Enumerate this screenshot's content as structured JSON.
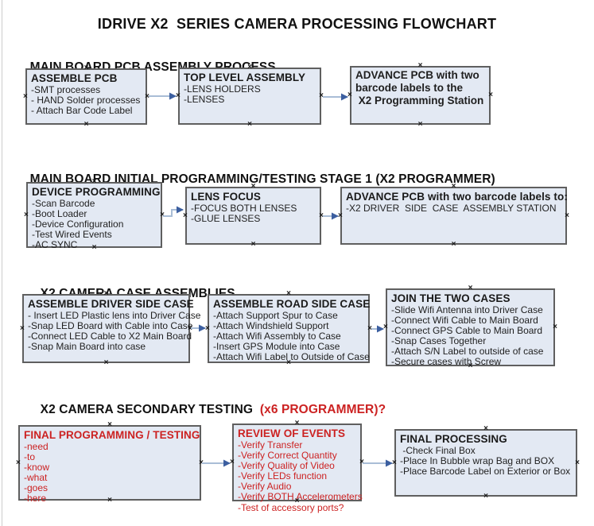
{
  "title": "IDRIVE X2  SERIES CAMERA PROCESSING FLOWCHART",
  "colors": {
    "box_fill": "#e3e9f3",
    "box_border": "#5f5f5f",
    "accent_red": "#cc2222",
    "arrow_line": "#a9bdd6",
    "arrow_head": "#3c5fa0"
  },
  "sections": [
    {
      "heading": "MAIN BOARD PCB ASSEMBLY PROCESS",
      "heading_accent": "",
      "boxes": [
        {
          "title": "ASSEMBLE PCB",
          "items": [
            "-SMT processes",
            "- HAND Solder processes",
            "- Attach Bar Code Label"
          ]
        },
        {
          "title": "TOP LEVEL ASSEMBLY",
          "items": [
            "-LENS HOLDERS",
            "-LENSES"
          ]
        },
        {
          "title": "",
          "emphasis": true,
          "items": [
            "ADVANCE PCB with two",
            "barcode labels to the",
            " X2 Programming Station"
          ]
        }
      ]
    },
    {
      "heading": "MAIN BOARD INITIAL PROGRAMMING/TESTING STAGE 1 (X2 PROGRAMMER)",
      "heading_accent": "",
      "boxes": [
        {
          "title": "DEVICE PROGRAMMING",
          "items": [
            "-Scan Barcode",
            "-Boot Loader",
            "-Device Configuration",
            "-Test Wired Events",
            "-AC SYNC"
          ]
        },
        {
          "title": "LENS FOCUS",
          "items": [
            "-FOCUS BOTH LENSES",
            "-GLUE LENSES"
          ]
        },
        {
          "title": "ADVANCE PCB with two barcode labels to:",
          "items": [
            "-X2 DRIVER  SIDE  CASE  ASSEMBLY STATION"
          ]
        }
      ]
    },
    {
      "heading": "X2 CAMERA CASE ASSEMBLIES",
      "heading_accent": "",
      "boxes": [
        {
          "title": "ASSEMBLE DRIVER SIDE CASE",
          "items": [
            "- Insert LED Plastic lens into Driver Case",
            "-Snap LED Board with Cable into Case",
            "-Connect LED Cable to X2 Main Board",
            "-Snap Main Board into case"
          ]
        },
        {
          "title": "ASSEMBLE ROAD SIDE CASE",
          "items": [
            "-Attach Support Spur to Case",
            "-Attach Windshield Support",
            "-Attach Wifi Assembly to Case",
            "-Insert GPS Module into Case",
            "-Attach Wifi Label to Outside of Case"
          ]
        },
        {
          "title": "JOIN THE TWO CASES",
          "items": [
            "-Slide Wifi Antenna into Driver Case",
            "-Connect Wifi Cable to Main Board",
            "-Connect GPS Cable to Main Board",
            "-Snap Cases Together",
            "-Attach S/N Label to outside of case",
            "-Secure cases with Screw"
          ]
        }
      ]
    },
    {
      "heading": "X2 CAMERA SECONDARY TESTING  ",
      "heading_accent": "(x6 PROGRAMMER)?",
      "boxes": [
        {
          "title": "FINAL PROGRAMMING / TESTING",
          "red": true,
          "items": [
            "-need",
            "-to",
            "-know",
            "-what",
            "-goes",
            "-here"
          ]
        },
        {
          "title": "REVIEW OF EVENTS",
          "red": true,
          "items": [
            "-Verify Transfer",
            "-Verify Correct Quantity",
            "-Verify Quality of Video",
            "-Verify LEDs function",
            "-Verify Audio",
            "-Verify BOTH Accelerometers",
            "-Test of accessory ports?"
          ]
        },
        {
          "title": "FINAL PROCESSING",
          "items": [
            " -Check Final Box",
            "-Place In Bubble wrap Bag and BOX",
            "-Place Barcode Label on Exterior or Box"
          ]
        }
      ]
    }
  ]
}
